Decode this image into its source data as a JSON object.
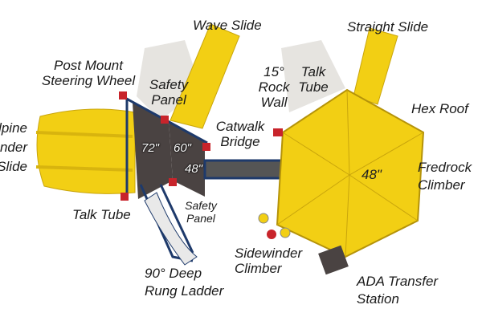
{
  "labels": {
    "wave_slide": "Wave Slide",
    "straight_slide": "Straight Slide",
    "steering_wheel_1": "Post Mount",
    "steering_wheel_2": "Steering Wheel",
    "safety_panel_top_1": "Safety",
    "safety_panel_top_2": "Panel",
    "rock_wall_1": "15°",
    "rock_wall_2": "Rock",
    "rock_wall_3": "Wall",
    "talk_tube_top_1": "Talk",
    "talk_tube_top_2": "Tube",
    "hex_roof": "Hex Roof",
    "alpine_1": "lpine",
    "alpine_2": "under",
    "alpine_3": "Slide",
    "catwalk_1": "Catwalk",
    "catwalk_2": "Bridge",
    "fredrock_1": "Fredrock",
    "fredrock_2": "Climber",
    "talk_tube_bottom": "Talk Tube",
    "safety_panel_bottom_1": "Safety",
    "safety_panel_bottom_2": "Panel",
    "sidewinder_1": "Sidewinder",
    "sidewinder_2": "Climber",
    "ladder_1": "90° Deep",
    "ladder_2": "Rung Ladder",
    "ada_1": "ADA Transfer",
    "ada_2": "Station"
  },
  "deck_heights": {
    "deck_a": "72\"",
    "deck_b": "60\"",
    "deck_c": "48\"",
    "hex_deck": "48\""
  },
  "colors": {
    "slide_yellow": "#f2cf14",
    "post_red": "#c8242b",
    "frame_blue": "#1e3a6b",
    "deck_dark": "#4a4342"
  }
}
